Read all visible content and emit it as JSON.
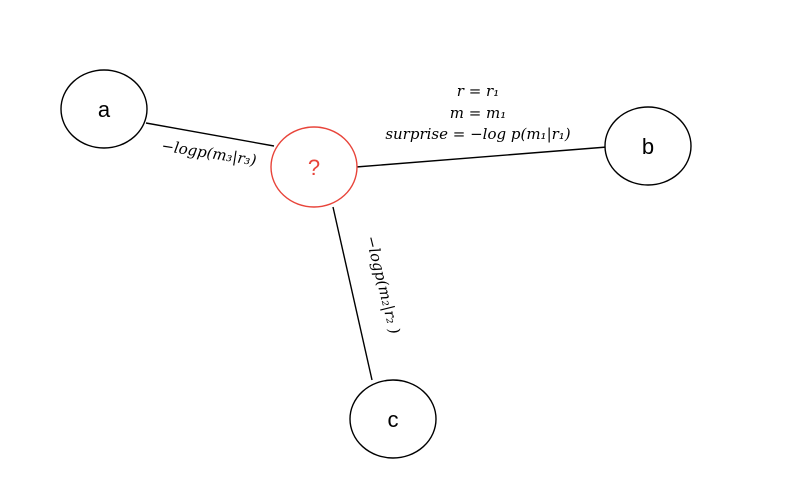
{
  "nodes": {
    "a": {
      "label": "a"
    },
    "b": {
      "label": "b"
    },
    "c": {
      "label": "c"
    },
    "center": {
      "label": "?"
    }
  },
  "edges": {
    "a_center": {
      "label": "−logp(m₃|r₃)"
    },
    "center_b": {
      "line1": "r = r₁",
      "line2": "m = m₁",
      "line3": "surprise = −log p(m₁|r₁)"
    },
    "center_c": {
      "label": "−logp(m₂|r₂ )"
    }
  },
  "colors": {
    "node_stroke": "#000000",
    "center_stroke": "#e8443a",
    "center_text": "#e8443a",
    "edge": "#000000"
  }
}
